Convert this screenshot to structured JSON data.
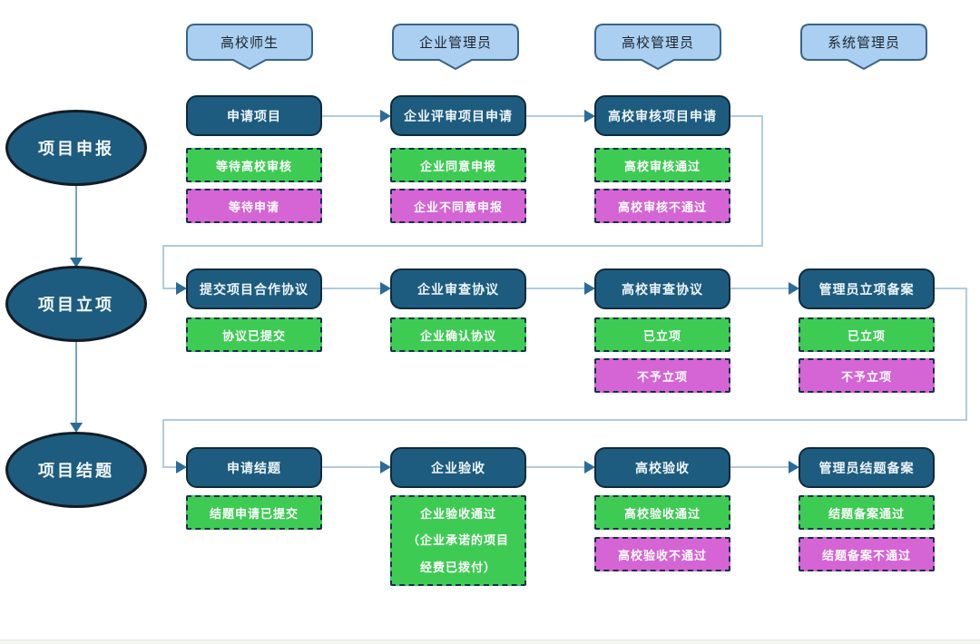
{
  "palette": {
    "step_fill": "#1d5c7e",
    "step_border": "#0d2b3d",
    "ellipse_fill": "#1d5c7e",
    "ellipse_border": "#131c26",
    "status_green": "#3ecb54",
    "status_magenta": "#d564d5",
    "status_border": "#14304a",
    "badge_fill": "#aacff0",
    "badge_border": "#36648b",
    "wire_line": "#a6c4d8",
    "wire_arrow": "#2a6b9b",
    "text_light": "#ffffff",
    "text_dark": "#1c2430"
  },
  "lanes": [
    {
      "label": "高校师生"
    },
    {
      "label": "企业管理员"
    },
    {
      "label": "高校管理员"
    },
    {
      "label": "系统管理员"
    }
  ],
  "phases": [
    {
      "label": "项目申报"
    },
    {
      "label": "项目立项"
    },
    {
      "label": "项目结题"
    }
  ],
  "flow": {
    "rows": [
      {
        "steps": [
          {
            "label": "申请项目",
            "statuses": [
              {
                "text": "等待高校审核",
                "type": "green"
              },
              {
                "text": "等待申请",
                "type": "magenta"
              }
            ]
          },
          {
            "label": "企业评审项目申请",
            "statuses": [
              {
                "text": "企业同意申报",
                "type": "green"
              },
              {
                "text": "企业不同意申报",
                "type": "magenta"
              }
            ]
          },
          {
            "label": "高校审核项目申请",
            "statuses": [
              {
                "text": "高校审核通过",
                "type": "green"
              },
              {
                "text": "高校审核不通过",
                "type": "magenta"
              }
            ]
          }
        ]
      },
      {
        "steps": [
          {
            "label": "提交项目合作协议",
            "statuses": [
              {
                "text": "协议已提交",
                "type": "green"
              }
            ]
          },
          {
            "label": "企业审查协议",
            "statuses": [
              {
                "text": "企业确认协议",
                "type": "green"
              }
            ]
          },
          {
            "label": "高校审查协议",
            "statuses": [
              {
                "text": "已立项",
                "type": "green"
              },
              {
                "text": "不予立项",
                "type": "magenta"
              }
            ]
          },
          {
            "label": "管理员立项备案",
            "statuses": [
              {
                "text": "已立项",
                "type": "green"
              },
              {
                "text": "不予立项",
                "type": "magenta"
              }
            ]
          }
        ]
      },
      {
        "steps": [
          {
            "label": "申请结题",
            "statuses": [
              {
                "text": "结题申请已提交",
                "type": "green"
              }
            ]
          },
          {
            "label": "企业验收",
            "statuses": [
              {
                "text": "企业验收通过\n（企业承诺的项目\n经费已拨付）",
                "type": "green"
              }
            ]
          },
          {
            "label": "高校验收",
            "statuses": [
              {
                "text": "高校验收通过",
                "type": "green"
              },
              {
                "text": "高校验收不通过",
                "type": "magenta"
              }
            ]
          },
          {
            "label": "管理员结题备案",
            "statuses": [
              {
                "text": "结题备案通过",
                "type": "green"
              },
              {
                "text": "结题备案不通过",
                "type": "magenta"
              }
            ]
          }
        ]
      }
    ]
  }
}
